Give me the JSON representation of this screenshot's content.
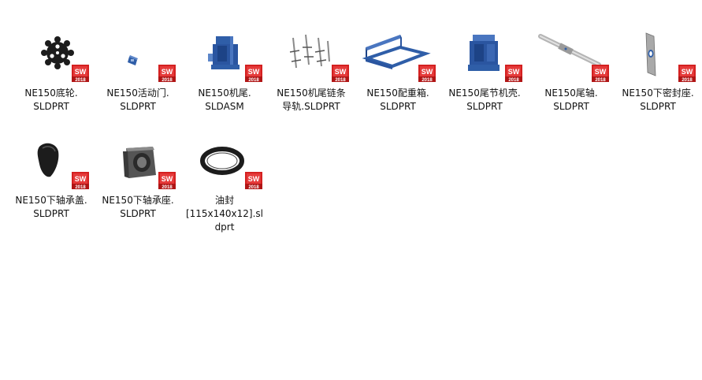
{
  "colors": {
    "part_blue": "#2f5ea8",
    "part_black": "#1c1c1c",
    "badge_red": "#d42020",
    "text": "#111111"
  },
  "badge": {
    "letters": "SW",
    "year": "2018",
    "icon": "solidworks-2018-icon"
  },
  "files": [
    {
      "name": "NE150底轮.\nSLDPRT",
      "preview": "sprocket-wheel-thumbnail"
    },
    {
      "name": "NE150活动门.\nSLDPRT",
      "preview": "door-plate-thumbnail"
    },
    {
      "name": "NE150机尾.\nSLDASM",
      "preview": "tail-assembly-thumbnail"
    },
    {
      "name": "NE150机尾链条\n导轨.SLDPRT",
      "preview": "chain-guide-thumbnail"
    },
    {
      "name": "NE150配重箱.\nSLDPRT",
      "preview": "counterweight-box-thumbnail"
    },
    {
      "name": "NE150尾节机壳.\nSLDPRT",
      "preview": "tail-housing-thumbnail"
    },
    {
      "name": "NE150尾轴.\nSLDPRT",
      "preview": "tail-shaft-thumbnail"
    },
    {
      "name": "NE150下密封座.\nSLDPRT",
      "preview": "seal-seat-thumbnail"
    },
    {
      "name": "NE150下轴承盖.\nSLDPRT",
      "preview": "bearing-cover-thumbnail"
    },
    {
      "name": "NE150下轴承座.\nSLDPRT",
      "preview": "bearing-housing-thumbnail"
    },
    {
      "name": "油封\n[115x140x12].sl\ndprt",
      "preview": "oil-seal-thumbnail"
    }
  ]
}
